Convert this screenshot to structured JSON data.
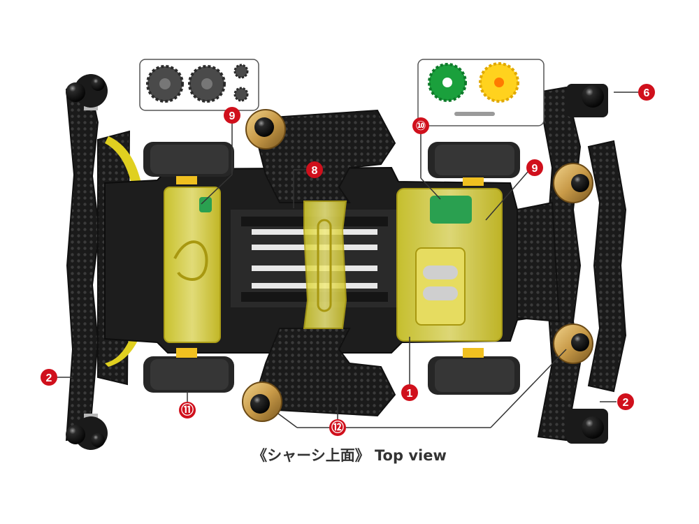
{
  "caption": "《シャーシ上面》 Top view",
  "callouts": [
    {
      "id": "c9a",
      "number": "9",
      "symbol": "9"
    },
    {
      "id": "c8",
      "number": "8",
      "symbol": "8"
    },
    {
      "id": "c10",
      "number": "10",
      "symbol": "⑩"
    },
    {
      "id": "c9b",
      "number": "9",
      "symbol": "9"
    },
    {
      "id": "c6",
      "number": "6",
      "symbol": "6"
    },
    {
      "id": "c2a",
      "number": "2",
      "symbol": "2"
    },
    {
      "id": "c2b",
      "number": "2",
      "symbol": "2"
    },
    {
      "id": "c1",
      "number": "1",
      "symbol": "1"
    },
    {
      "id": "c11",
      "number": "11",
      "symbol": "⑪"
    },
    {
      "id": "c12",
      "number": "12",
      "symbol": "⑫"
    }
  ],
  "colors": {
    "callout": "#d0101c",
    "chassis": "#1c1c1c",
    "clear_yellow": "#e8e040",
    "wheel_rim": "#f0c020",
    "tire": "#262626",
    "roller_gold": "#c89a48",
    "gear_green": "#1aa03c",
    "gear_yellow": "#ffd21e",
    "gear_gray": "#4a4a4a",
    "leader": "#333333"
  }
}
